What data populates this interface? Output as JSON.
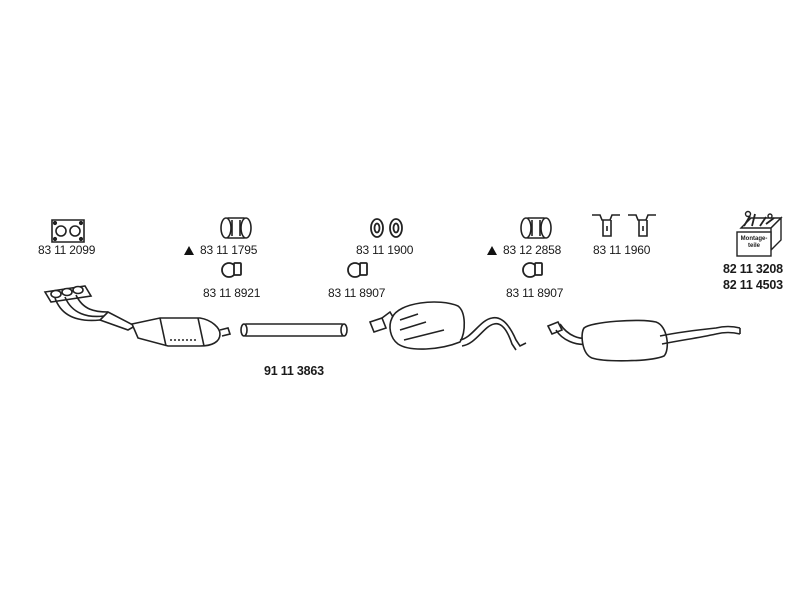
{
  "parts": {
    "gasket": "83 11 2099",
    "clamp_a": "83 11 1795",
    "clamp_b": "83 11 8921",
    "rings": "83 11 1900",
    "clamp_c": "83 11 8907",
    "clamp_d": "83 12 2858",
    "clamp_e": "83 11 8907",
    "hangers": "83 11 1960",
    "pipe": "91 11 3863",
    "kit_1": "82 11 3208",
    "kit_2": "82 11 4503"
  },
  "kit_box_text": [
    "Montage-",
    "teile"
  ],
  "icons": {
    "gasket": "gasket-icon",
    "clamp": "clamp-icon",
    "ring_clamp": "ring-clamp-icon",
    "rubber_rings": "rubber-ring-icon",
    "hanger": "hanger-icon",
    "warning": "warning-triangle-icon",
    "kit": "toolbox-icon"
  },
  "colors": {
    "line": "#222222",
    "fill": "#ffffff",
    "text": "#1a1a1a"
  }
}
